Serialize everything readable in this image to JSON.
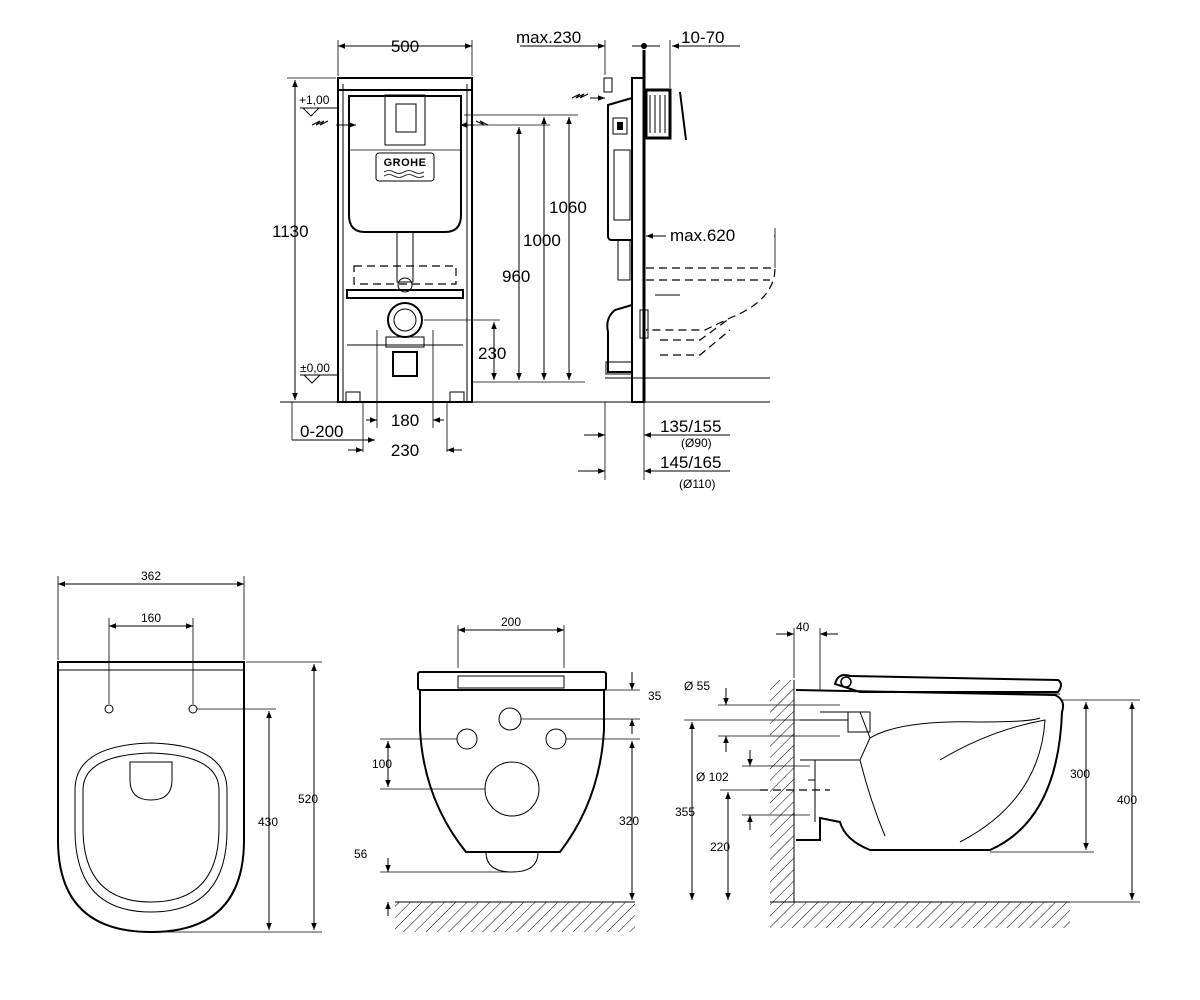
{
  "brand": "GROHE",
  "frame": {
    "width": "500",
    "height_total": "1130",
    "level_top": "+1,00",
    "level_zero": "±0,00",
    "h_1060": "1060",
    "h_1000": "1000",
    "h_960": "960",
    "h_230": "230",
    "w_180": "180",
    "w_230": "230",
    "offset": "0-200"
  },
  "side": {
    "max_depth": "max.230",
    "plate": "10-70",
    "max_620": "max.620",
    "depth_1": "135/155",
    "diam_1": "(Ø90)",
    "depth_2": "145/165",
    "diam_2": "(Ø110)"
  },
  "bowl_top": {
    "width": "362",
    "holes": "160",
    "length": "520",
    "to_holes": "430"
  },
  "bowl_front": {
    "width": "200",
    "d35": "35",
    "d100": "100",
    "d320": "320",
    "d56": "56"
  },
  "bowl_side": {
    "d40": "40",
    "d55": "Ø 55",
    "d102": "Ø 102",
    "h355": "355",
    "h220": "220",
    "h300": "300",
    "h400": "400"
  }
}
